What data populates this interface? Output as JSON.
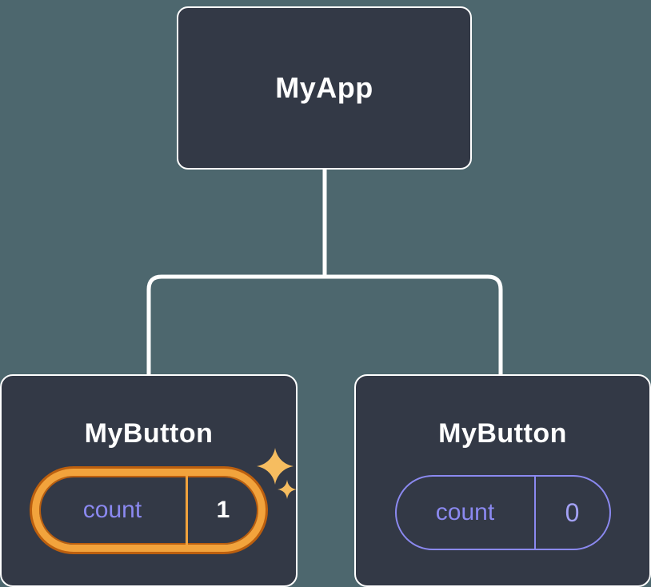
{
  "colors": {
    "background": "#4d676e",
    "node_fill": "#333946",
    "node_border": "#ffffff",
    "connector": "#ffffff",
    "accent_purple": "#8b89f0",
    "value_lavender": "#a3a1f5",
    "accent_orange": "#f2a33c",
    "orange_dark": "#bc5f0e",
    "sparkle_gold": "#f6bd60",
    "text_primary": "#ffffff"
  },
  "diagram": {
    "type": "component-tree",
    "root": {
      "label": "MyApp"
    },
    "children": [
      {
        "label": "MyButton",
        "state_name": "count",
        "state_value": "1",
        "highlighted": true
      },
      {
        "label": "MyButton",
        "state_name": "count",
        "state_value": "0",
        "highlighted": false
      }
    ]
  }
}
